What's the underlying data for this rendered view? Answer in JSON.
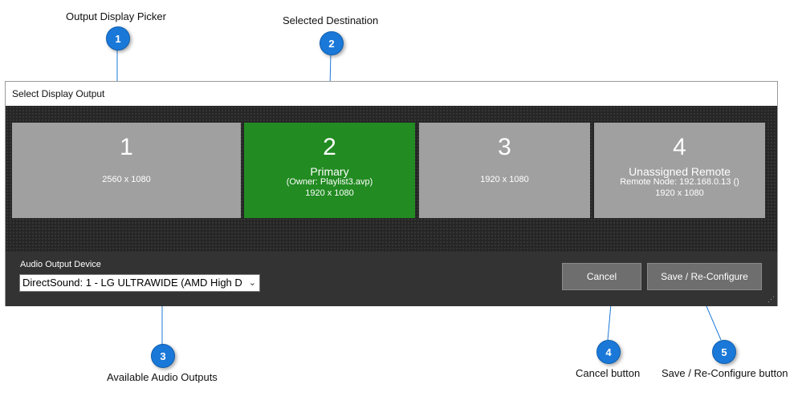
{
  "annotations": [
    {
      "num": "1",
      "label": "Output Display Picker"
    },
    {
      "num": "2",
      "label": "Selected Destination"
    },
    {
      "num": "3",
      "label": "Available Audio Outputs"
    },
    {
      "num": "4",
      "label": "Cancel button"
    },
    {
      "num": "5",
      "label": "Save / Re-Configure button"
    }
  ],
  "dialog": {
    "title": "Select Display Output",
    "colors": {
      "tile": "#a0a0a0",
      "selected": "#228b22",
      "panel": "#333333",
      "badge": "#1a78d8"
    },
    "displays": [
      {
        "num": "1",
        "resolution": "2560 x 1080"
      },
      {
        "num": "2",
        "name": "Primary",
        "owner": "(Owner: Playlist3.avp)",
        "resolution": "1920 x 1080",
        "selected": true
      },
      {
        "num": "3",
        "resolution": "1920 x 1080"
      },
      {
        "num": "4",
        "name": "Unassigned  Remote",
        "node": "Remote Node: 192.168.0.13 ()",
        "resolution": "1920 x 1080"
      }
    ],
    "audio": {
      "label": "Audio Output Device",
      "selected": "DirectSound: 1 - LG ULTRAWIDE (AMD High D"
    },
    "buttons": {
      "cancel": "Cancel",
      "save": "Save / Re-Configure"
    }
  }
}
